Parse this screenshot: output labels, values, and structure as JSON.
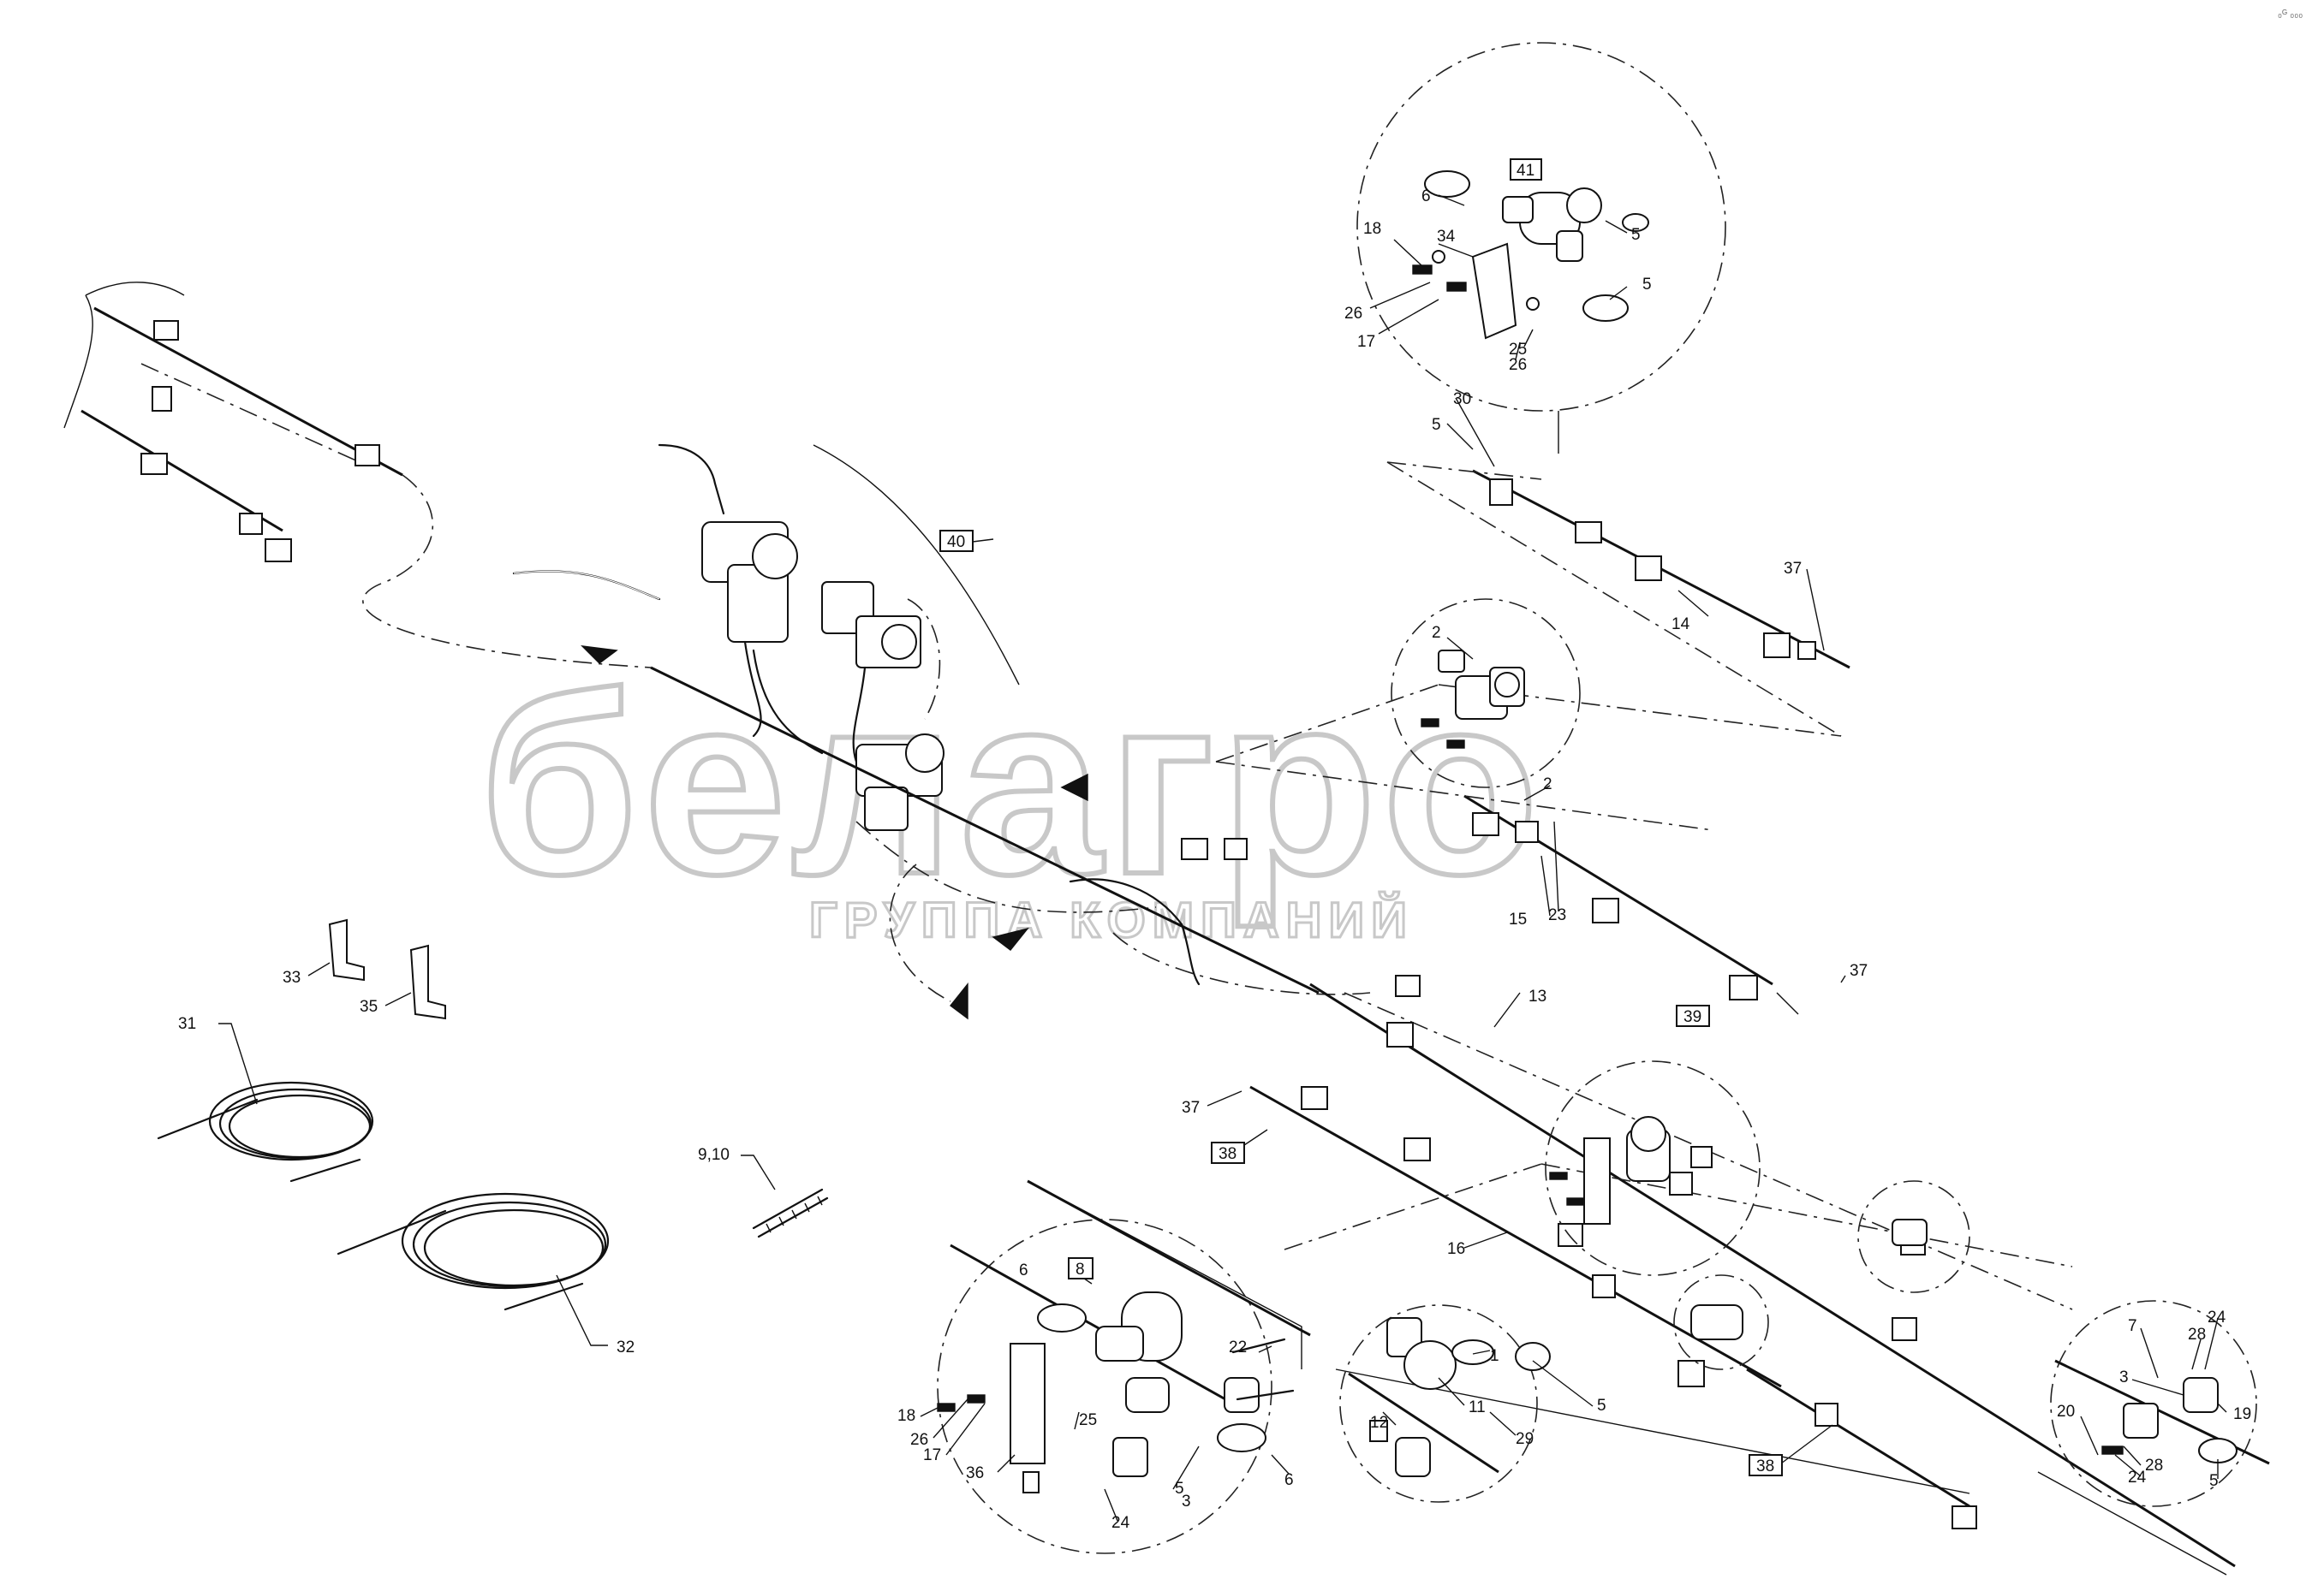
{
  "watermark": {
    "name": "белагро",
    "subtitle": "ГРУППА КОМПАНИЙ"
  },
  "corner_mark": "₀ᴳ ₀₀₀",
  "callouts": [
    {
      "id": "c41",
      "label": "41",
      "boxed": true
    },
    {
      "id": "c6a",
      "label": "6"
    },
    {
      "id": "c5a",
      "label": "5"
    },
    {
      "id": "c18a",
      "label": "18"
    },
    {
      "id": "c34",
      "label": "34"
    },
    {
      "id": "c5b",
      "label": "5"
    },
    {
      "id": "c26a",
      "label": "26"
    },
    {
      "id": "c25a",
      "label": "25"
    },
    {
      "id": "c17a",
      "label": "17"
    },
    {
      "id": "c26b",
      "label": "26"
    },
    {
      "id": "c30",
      "label": "30"
    },
    {
      "id": "c5c",
      "label": "5"
    },
    {
      "id": "c37a",
      "label": "37"
    },
    {
      "id": "c14",
      "label": "14"
    },
    {
      "id": "c40",
      "label": "40",
      "boxed": true
    },
    {
      "id": "c2a",
      "label": "2"
    },
    {
      "id": "c2b",
      "label": "2"
    },
    {
      "id": "c15",
      "label": "15"
    },
    {
      "id": "c23",
      "label": "23"
    },
    {
      "id": "c37b",
      "label": "37"
    },
    {
      "id": "c39",
      "label": "39",
      "boxed": true
    },
    {
      "id": "c13",
      "label": "13"
    },
    {
      "id": "c33",
      "label": "33"
    },
    {
      "id": "c35",
      "label": "35"
    },
    {
      "id": "c31",
      "label": "31"
    },
    {
      "id": "c37c",
      "label": "37"
    },
    {
      "id": "c38a",
      "label": "38",
      "boxed": true
    },
    {
      "id": "c910",
      "label": "9,10"
    },
    {
      "id": "c16",
      "label": "16"
    },
    {
      "id": "c8",
      "label": "8",
      "boxed": true
    },
    {
      "id": "c6b",
      "label": "6"
    },
    {
      "id": "c32",
      "label": "32"
    },
    {
      "id": "c22",
      "label": "22"
    },
    {
      "id": "c18b",
      "label": "18"
    },
    {
      "id": "c26c",
      "label": "26"
    },
    {
      "id": "c17b",
      "label": "17"
    },
    {
      "id": "c25b",
      "label": "25"
    },
    {
      "id": "c36",
      "label": "36"
    },
    {
      "id": "c5d",
      "label": "5"
    },
    {
      "id": "c3a",
      "label": "3"
    },
    {
      "id": "c6c",
      "label": "6"
    },
    {
      "id": "c24a",
      "label": "24"
    },
    {
      "id": "c1",
      "label": "1"
    },
    {
      "id": "c11",
      "label": "11"
    },
    {
      "id": "c12",
      "label": "12"
    },
    {
      "id": "c29",
      "label": "29"
    },
    {
      "id": "c5e",
      "label": "5"
    },
    {
      "id": "c38b",
      "label": "38",
      "boxed": true
    },
    {
      "id": "c7",
      "label": "7"
    },
    {
      "id": "c28a",
      "label": "28"
    },
    {
      "id": "c24b",
      "label": "24"
    },
    {
      "id": "c3b",
      "label": "3"
    },
    {
      "id": "c20",
      "label": "20"
    },
    {
      "id": "c19",
      "label": "19"
    },
    {
      "id": "c24c",
      "label": "24"
    },
    {
      "id": "c28b",
      "label": "28"
    },
    {
      "id": "c5f",
      "label": "5"
    }
  ]
}
